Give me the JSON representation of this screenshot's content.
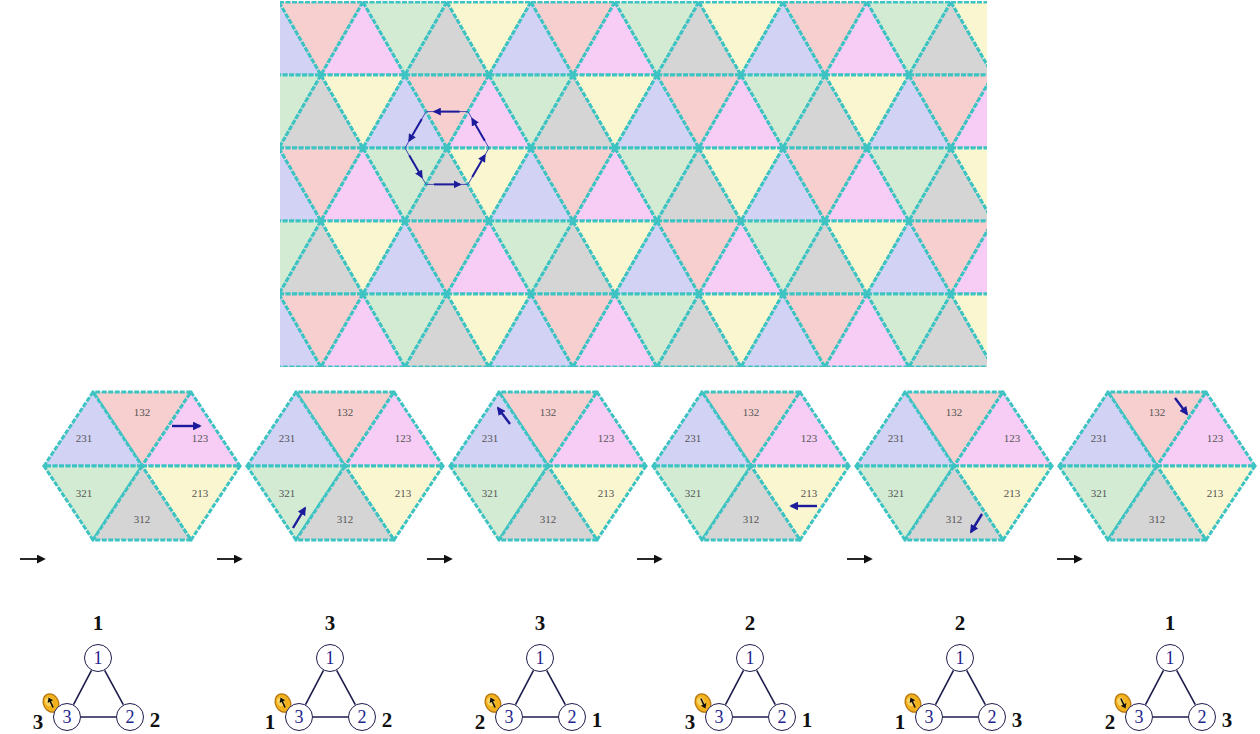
{
  "diagram": {
    "nodes": [
      {
        "text": [
          "132"
        ]
      },
      {
        "text": [
          "231"
        ]
      },
      {
        "text": [
          "123"
        ]
      },
      {
        "text": [
          "321"
        ]
      },
      {
        "text": [
          "213"
        ]
      },
      {
        "text": [
          "312"
        ]
      },
      {
        "text": [
          "132"
        ]
      },
      {
        "text": [
          "231"
        ]
      },
      {
        "text": [
          "123"
        ]
      },
      {
        "text": [
          "321"
        ]
      },
      {
        "text": [
          "213"
        ]
      },
      {
        "text": [
          "312"
        ]
      },
      {
        "text": [
          "132"
        ]
      },
      {
        "text": [
          "231"
        ]
      },
      {
        "text": [
          "123"
        ]
      },
      {
        "text": [
          "321"
        ]
      },
      {
        "text": [
          "213"
        ]
      },
      {
        "text": [
          "312"
        ]
      },
      {
        "text": [
          "132"
        ]
      },
      {
        "text": [
          "231"
        ]
      },
      {
        "text": [
          "123"
        ]
      },
      {
        "text": [
          "321"
        ]
      },
      {
        "text": [
          "213"
        ]
      },
      {
        "text": [
          "312"
        ]
      },
      {
        "text": [
          "132"
        ]
      },
      {
        "text": [
          "231"
        ]
      },
      {
        "text": [
          "123"
        ]
      },
      {
        "text": [
          "321"
        ]
      },
      {
        "text": [
          "213"
        ]
      },
      {
        "text": [
          "312"
        ]
      },
      {
        "text": [
          "132"
        ]
      },
      {
        "text": [
          "231"
        ]
      },
      {
        "text": [
          "123"
        ]
      },
      {
        "text": [
          "321"
        ]
      },
      {
        "text": [
          "213"
        ]
      },
      {
        "text": [
          "312"
        ]
      },
      {
        "text": [
          "1"
        ]
      },
      {
        "text": [
          "3"
        ]
      },
      {
        "text": [
          "2"
        ]
      },
      {
        "text": [
          "1"
        ]
      },
      {
        "text": [
          "3"
        ]
      },
      {
        "text": [
          "2"
        ]
      },
      {
        "text": [
          "1"
        ]
      },
      {
        "text": [
          "3"
        ]
      },
      {
        "text": [
          "2"
        ]
      },
      {
        "text": [
          "1"
        ]
      },
      {
        "text": [
          "3"
        ]
      },
      {
        "text": [
          "2"
        ]
      },
      {
        "text": [
          "1"
        ]
      },
      {
        "text": [
          "3"
        ]
      },
      {
        "text": [
          "2"
        ]
      },
      {
        "text": [
          "1"
        ]
      },
      {
        "text": [
          "3"
        ]
      },
      {
        "text": [
          "2"
        ]
      }
    ],
    "edges": [
      {
        "from": 36,
        "to": 38,
        "arrow": "none"
      },
      {
        "from": 38,
        "to": 37,
        "arrow": "none"
      },
      {
        "from": 37,
        "to": 36,
        "arrow": "none"
      },
      {
        "from": 39,
        "to": 41,
        "arrow": "none"
      },
      {
        "from": 41,
        "to": 40,
        "arrow": "none"
      },
      {
        "from": 40,
        "to": 39,
        "arrow": "none"
      },
      {
        "from": 42,
        "to": 44,
        "arrow": "none"
      },
      {
        "from": 44,
        "to": 43,
        "arrow": "none"
      },
      {
        "from": 43,
        "to": 42,
        "arrow": "none"
      },
      {
        "from": 45,
        "to": 47,
        "arrow": "none"
      },
      {
        "from": 47,
        "to": 46,
        "arrow": "none"
      },
      {
        "from": 46,
        "to": 45,
        "arrow": "none"
      },
      {
        "from": 48,
        "to": 50,
        "arrow": "none"
      },
      {
        "from": 50,
        "to": 49,
        "arrow": "none"
      },
      {
        "from": 49,
        "to": 48,
        "arrow": "none"
      },
      {
        "from": 51,
        "to": 53,
        "arrow": "none"
      },
      {
        "from": 53,
        "to": 52,
        "arrow": "none"
      },
      {
        "from": 52,
        "to": 51,
        "arrow": "none"
      }
    ],
    "labels": [
      "1",
      "3",
      "2",
      "3",
      "1",
      "2",
      "3",
      "2",
      "1",
      "2",
      "3",
      "1",
      "2",
      "1",
      "3",
      "1",
      "2",
      "3"
    ]
  }
}
